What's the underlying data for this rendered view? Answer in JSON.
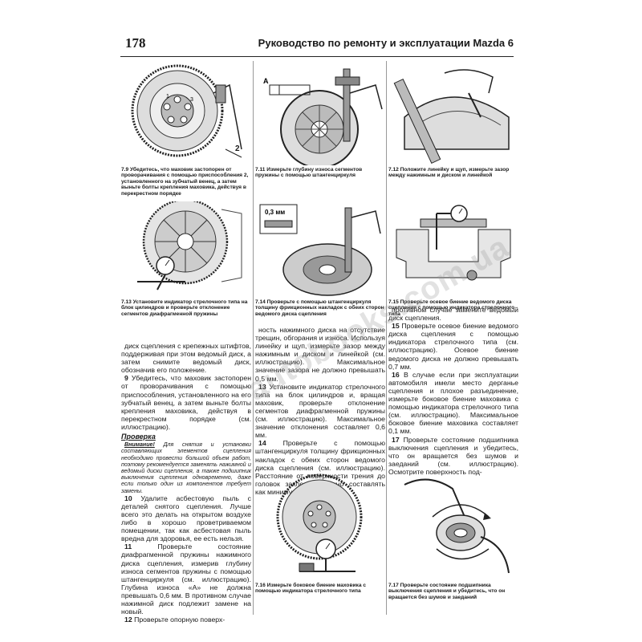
{
  "header": {
    "page_number": "178",
    "title": "Руководство по ремонту и эксплуатации Mazda 6"
  },
  "watermark": "autobooks.com.ua",
  "figures": {
    "f79": {
      "caption": "7.9 Убедитесь, что маховик застопорен от проворачивания с помощью приспособления 2, установленного на зубчатый венец, а затем выньте болты крепления маховика, действуя в перекрестном порядке",
      "label": "2"
    },
    "f711": {
      "caption": "7.11 Измерьте глубину износа сегментов пружины с помощью штангенциркуля",
      "label": "A"
    },
    "f712": {
      "caption": "7.12 Положите линейку и щуп, измерьте зазор между нажимным и диском и линейкой"
    },
    "f713": {
      "caption": "7.13 Установите индикатор стрелочного типа на блок цилиндров и проверьте отклонение сегментов диафрагменной пружины"
    },
    "f714": {
      "caption": "7.14 Проверьте с помощью штангенциркуля толщину фрикционных накладок с обеих сторон ведомого диска сцепления",
      "label": "0,3 мм"
    },
    "f715": {
      "caption": "7.15 Проверьте осевое биение ведомого диска сцепления с помощью индикатора стрелочного типа"
    },
    "f716": {
      "caption": "7.16 Измерьте боковое биение маховика с помощью индикатора стрелочного типа"
    },
    "f717": {
      "caption": "7.17 Проверьте состояние подшипника выключения сцепления и убедитесь, что он вращается без шумов и заеданий"
    }
  },
  "text": {
    "c1a": "диск сцепления с крепежных штифтов, поддерживая при этом ведомый диск, а затем снимите ведомый диск, обозначив его положение.",
    "c1b_num": "9",
    "c1b": "Убедитесь, что маховик застопорен от проворачивания с помощью приспособления, установленного на его зубчатый венец, а затем выньте болты крепления маховика, действуя в перекрестном порядке (см. иллюстрацию).",
    "c1_heading": "Проверка",
    "c1_warning_lead": "Внимание!",
    "c1_warning": "Для снятия и установки составляющих элементов сцепления необходимо провести большой объем работ, поэтому рекомендуется заменять нажимной и ведомый диски сцепления, а также подшипник выключения сцепления одновременно, даже если только один из компонентов требует замены.",
    "c1c_num": "10",
    "c1c": "Удалите асбестовую пыль с деталей снятого сцепления. Лучше всего это делать на открытом воздухе либо в хорошо проветриваемом помещении, так как асбестовая пыль вредна для здоровья, ее есть нельзя.",
    "c1d_num": "11",
    "c1d": "Проверьте состояние диафрагменной пружины нажимного диска сцепления, измерив глубину износа сегментов пружины с помощью штангенциркуля (см. иллюстрацию). Глубина износа «А» не должна превышать 0,6 мм. В противном случае нажимной диск подлежит замене на новый.",
    "c1e_num": "12",
    "c1e": "Проверьте опорную поверх-",
    "c2a": "ность нажимного диска на отсутствие трещин, обгорания и износа. Используя линейку и щуп, измерьте зазор между нажимным и диском и линейкой (см. иллюстрацию). Максимальное значение зазора не должно превышать 0,5 мм.",
    "c2b_num": "13",
    "c2b": "Установите индикатор стрелочного типа на блок цилиндров и, вращая маховик, проверьте отклонение сегментов диафрагменной пружины (см. иллюстрацию). Максимальное значение отклонения составляет 0,6 мм.",
    "c2c_num": "14",
    "c2c": "Проверьте с помощью штангенциркуля толщину фрикционных накладок с обеих сторон ведомого диска сцепления (см. иллюстрацию). Расстояние от поверхности трения до головок заклепок должно составлять как минимум 0,3 мм. А",
    "c3a": "противном случае замените ведомый диск сцепления.",
    "c3b_num": "15",
    "c3b": "Проверьте осевое биение ведомого диска сцепления с помощью индикатора стрелочного типа (см. иллюстрацию). Осевое биение ведомого диска не должно превышать 0,7 мм.",
    "c3c_num": "16",
    "c3c": "В случае если при эксплуатации автомобиля имели место дерганье сцепления и плохое разъединение, измерьте боковое биение маховика с помощью индикатора стрелочного типа (см. иллюстрацию). Максимальное боковое биение маховика составляет 0,1 мм.",
    "c3d_num": "17",
    "c3d": "Проверьте состояние подшипника выключения сцепления и убедитесь, что он вращается без шумов и заеданий (см. иллюстрацию). Осмотрите поверхность под-"
  }
}
